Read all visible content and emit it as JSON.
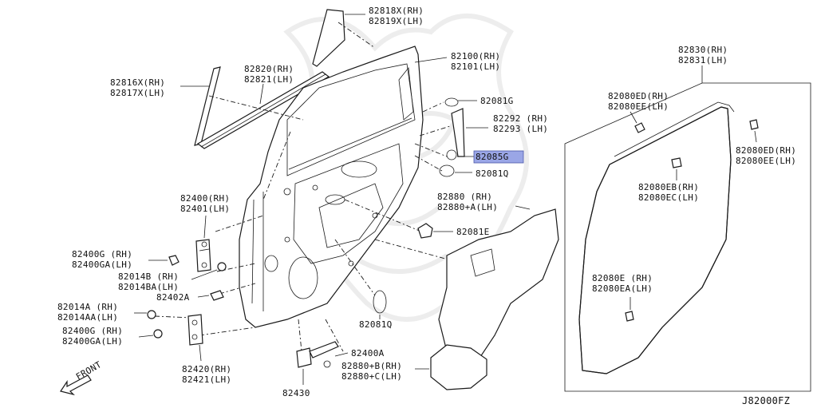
{
  "colors": {
    "line": "#1a1a1a",
    "highlight": "#9aa6e6",
    "highlight_border": "#4b57a8",
    "watermark": "#d8d8d8"
  },
  "labels": {
    "p82818": [
      "82818X(RH)",
      "82819X(LH)"
    ],
    "p82816": [
      "82816X(RH)",
      "82817X(LH)"
    ],
    "p82820": [
      "82820(RH)",
      "82821(LH)"
    ],
    "p82100": [
      "82100(RH)",
      "82101(LH)"
    ],
    "p82081g": [
      "82081G"
    ],
    "p82292": [
      "82292 (RH)",
      "82293 (LH)"
    ],
    "p82085g": [
      "82085G"
    ],
    "p82081q_top": [
      "82081Q"
    ],
    "p82880": [
      "82880  (RH)",
      "82880+A(LH)"
    ],
    "p82081e": [
      "82081E"
    ],
    "p82400": [
      "82400(RH)",
      "82401(LH)"
    ],
    "p82400g_top": [
      "82400G (RH)",
      "82400GA(LH)"
    ],
    "p82014b": [
      "82014B  (RH)",
      "82014BA(LH)"
    ],
    "p82402a": [
      "82402A"
    ],
    "p82014a": [
      "82014A  (RH)",
      "82014AA(LH)"
    ],
    "p82400g_bot": [
      "82400G  (RH)",
      "82400GA(LH)"
    ],
    "p82420": [
      "82420(RH)",
      "82421(LH)"
    ],
    "p82081q_bot": [
      "82081Q"
    ],
    "p82400a": [
      "82400A"
    ],
    "p82880b": [
      "82880+B(RH)",
      "82880+C(LH)"
    ],
    "p82430": [
      "82430"
    ],
    "p82830": [
      "82830(RH)",
      "82831(LH)"
    ],
    "p82080ed_left": [
      "82080ED(RH)",
      "82080EE(LH)"
    ],
    "p82080ed_right": [
      "82080ED(RH)",
      "82080EE(LH)"
    ],
    "p82080eb": [
      "82080EB(RH)",
      "82080EC(LH)"
    ],
    "p82080e": [
      "82080E  (RH)",
      "82080EA(LH)"
    ],
    "front": [
      "FRONT"
    ],
    "diagram_code": [
      "J82000FZ"
    ]
  }
}
